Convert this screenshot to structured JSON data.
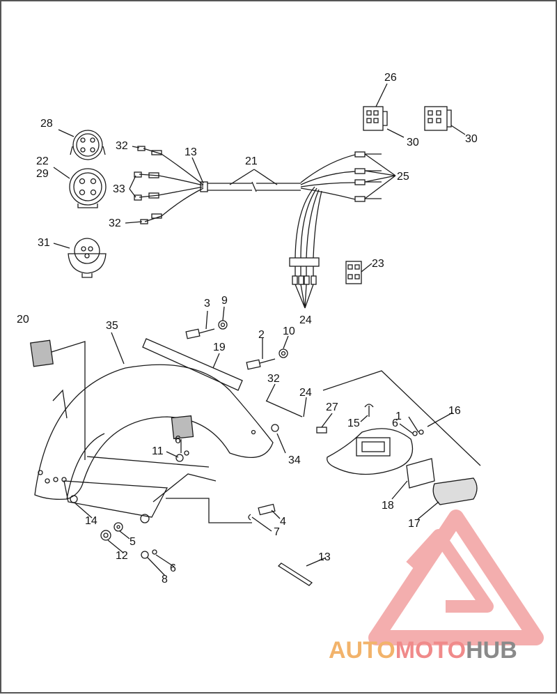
{
  "diagram": {
    "callouts": {
      "c1": "1",
      "c2": "2",
      "c3": "3",
      "c4": "4",
      "c5": "5",
      "c6a": "6",
      "c6b": "6",
      "c6c": "6",
      "c7": "7",
      "c8": "8",
      "c9": "9",
      "c10": "10",
      "c11": "11",
      "c12": "12",
      "c13a": "13",
      "c13b": "13",
      "c14": "14",
      "c15": "15",
      "c16": "16",
      "c17": "17",
      "c18": "18",
      "c19": "19",
      "c20": "20",
      "c21": "21",
      "c22": "22",
      "c23": "23",
      "c24a": "24",
      "c24b": "24",
      "c25": "25",
      "c26": "26",
      "c27": "27",
      "c28": "28",
      "c29": "29",
      "c30a": "30",
      "c30b": "30",
      "c31": "31",
      "c32a": "32",
      "c32b": "32",
      "c32c": "32",
      "c33": "33",
      "c34": "34",
      "c35": "35"
    }
  },
  "watermark": {
    "part1": "AUTO",
    "part2": "MOTO",
    "part3": "HUB",
    "colors": {
      "auto": "#f2b36b",
      "moto": "#f08a8a",
      "hub": "#8a8a8a",
      "logo": "#f2a0a0"
    }
  },
  "colors": {
    "line": "#1a1a1a",
    "background": "#ffffff",
    "border": "#555555"
  }
}
